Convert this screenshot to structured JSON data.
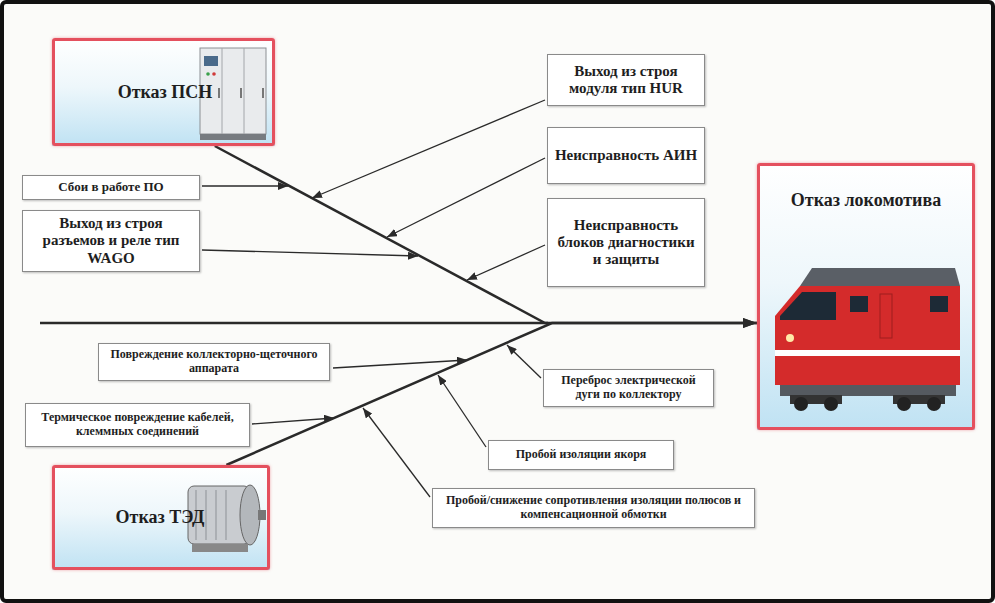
{
  "diagram": {
    "nodes": [
      {
        "text": [
          "Отказ ПСН"
        ]
      },
      {
        "text": [
          "Выход из строя модуля тип HUR"
        ]
      },
      {
        "text": [
          "Неисправность АИН"
        ]
      },
      {
        "text": [
          "Неисправность блоков диагностики и защиты"
        ]
      },
      {
        "text": [
          "Сбои в работе ПО"
        ]
      },
      {
        "text": [
          "Выход из строя разъемов и реле тип WAGO"
        ]
      },
      {
        "text": [
          "Отказ локомотива"
        ]
      },
      {
        "text": [
          "Повреждение коллекторно-щеточного аппарата"
        ]
      },
      {
        "text": [
          "Переброс электрической дуги по коллектору"
        ]
      },
      {
        "text": [
          "Термическое повреждение кабелей, клеммных соединений"
        ]
      },
      {
        "text": [
          "Пробой изоляции якоря"
        ]
      },
      {
        "text": [
          "Пробой/снижение сопротивления изоляции полюсов и компенсационной обмотки"
        ]
      },
      {
        "text": [
          "Отказ ТЭД"
        ]
      }
    ],
    "edges": [
      {
        "from": 0,
        "to": 6,
        "arrow": "to"
      },
      {
        "from": 12,
        "to": 6,
        "arrow": "to"
      }
    ]
  }
}
